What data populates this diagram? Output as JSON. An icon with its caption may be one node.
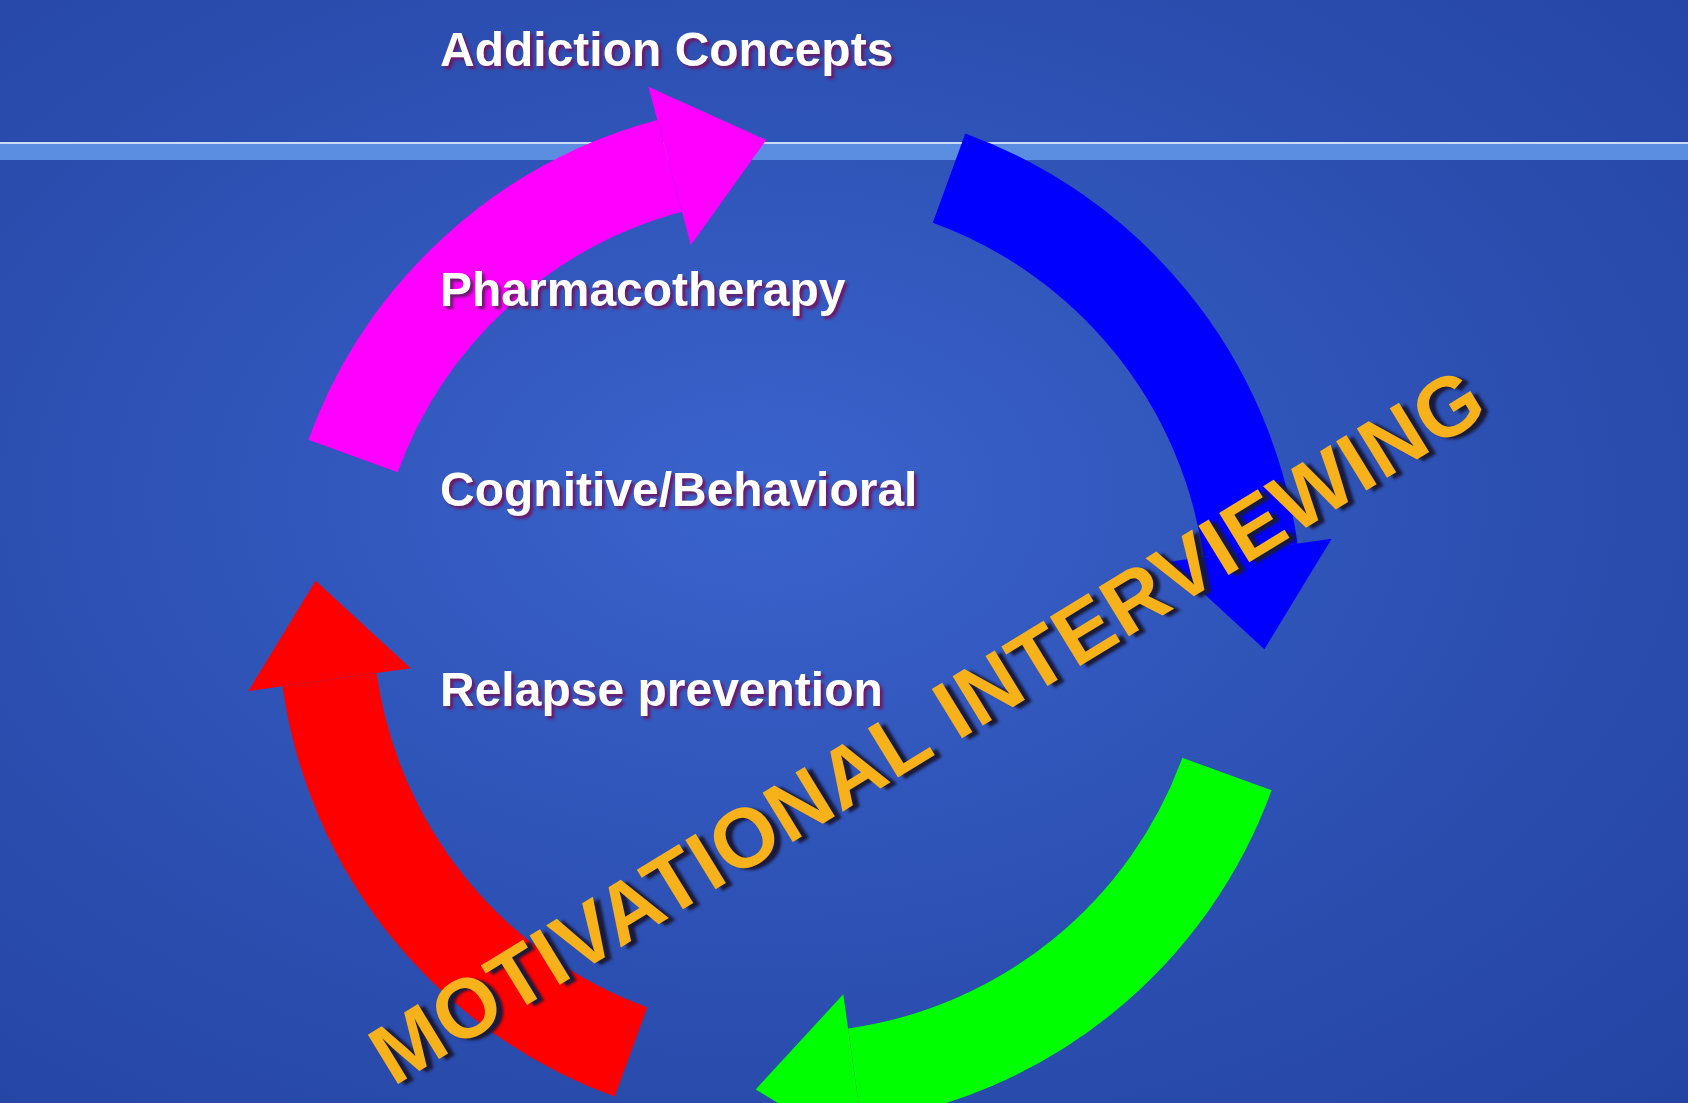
{
  "diagram": {
    "labels": [
      "Addiction Concepts",
      "Pharmacotherapy",
      "Cognitive/Behavioral",
      "Relapse prevention",
      "MOTIVATIONAL INTERVIEWING"
    ]
  }
}
